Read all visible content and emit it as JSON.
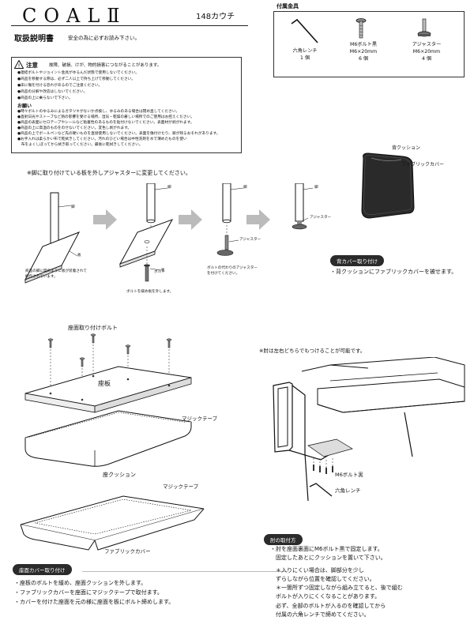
{
  "header": {
    "title": "COALⅡ",
    "model": "148カウチ",
    "manual_title": "取扱説明書",
    "manual_sub": "安全の為に必ずお読み下さい。"
  },
  "warning": {
    "heading": "注意",
    "lead": "故障、破損、けが、物的損害につながることがあります。",
    "lines": [
      "●連結ボルトやジョイント金具がゆるんだ状態で使用しないでください。",
      "●商品を移動する際は、必ず二人以上で持ち上げて移動してください。",
      "●床に傷を付ける恐れがあるのでご注意ください。",
      "●商品の分解や改造はしないでください。",
      "●商品の上に乗らないで下さい。"
    ],
    "subheading": "お願い",
    "lines2": [
      "●時々ボルトのゆるみによるガタツキがないか点検し、ゆるみのある場合は閉め直してください。",
      "●直射日光やストーブなど熱の影響を受ける場所、湿気・乾燥の著しい場所でのご使用はお控えください。",
      "●商品の表面にセロテープやシールなど粘着性のあるものを貼付けないでください。表面材が剥がれます。",
      "●商品の上に高温のものをのせないでください。変色し剥がれます。",
      "●商品の上でボールペンなど先の硬いものを直接使用しないでください。表面を傷付けたり、跡が残るおそれがあります。",
      "●お手入れは柔らかい布で乾拭きしてください。汚れのひどい場合は中性洗剤を水で薄めたものを使い",
      "　布をよくしぼってから拭き取ってください。最後に乾拭きしてください。"
    ]
  },
  "parts": {
    "title": "付属金具",
    "items": [
      {
        "name": "六角レンチ",
        "spec": "",
        "qty": "1 個",
        "icon": "hex-wrench-icon"
      },
      {
        "name": "M6ボルト黒",
        "spec": "M6×20mm",
        "qty": "6 個",
        "icon": "bolt-icon"
      },
      {
        "name": "アジャスター",
        "spec": "M6×20mm",
        "qty": "4 個",
        "icon": "adjuster-icon"
      }
    ]
  },
  "legs": {
    "caption": "※脚に取り付けている板を外しアジャスターに変更してください。",
    "label_leg": "脚",
    "label_board": "板",
    "label_bolt": "ボルト",
    "label_adjuster": "アジャスター",
    "note1a": "商品の脚に図のように板が装着されて",
    "note1b": "梱包されています。",
    "note2": "ボルトを緩め板を外します。",
    "note3a": "ボルトの代わりのアジャスター",
    "note3b": "を付けてください。"
  },
  "back": {
    "label_cushion": "背クッション",
    "label_cover": "ファブリックカバー",
    "tag": "背カバー取り付け",
    "text": "・背クッションにファブリックカバーを被せます。"
  },
  "seat": {
    "label_bolt": "座面取り付けボルト",
    "label_board": "座板",
    "label_velcro": "マジックテープ",
    "label_cushion": "座クッション",
    "label_velcro2": "マジックテープ",
    "label_cover": "ファブリックカバー",
    "tag": "座面カバー取り付け",
    "lines": [
      "・座板のボルトを緩め、座面クッションを外します。",
      "・ファブリックカバーを座面にマジックテープで取付ます。",
      "・カバーを付けた座面を元の様に座面を板にボルト締めします。"
    ]
  },
  "arm": {
    "caption": "※肘は左右どちらでもつけることが可能です。",
    "label_bolt": "M6ボルト黒",
    "label_wrench": "六角レンチ",
    "tag": "肘の取付方",
    "lines": [
      "・肘を座面裏面にM6ボルト黒で固定します。",
      "　固定したあとにクッションを置いて下さい。",
      "",
      "　＊入りにくい場合は、脚部分を少し",
      "　ずらしながら位置を確認してください。",
      "　＊一箇所ずつ固定しながら組み立てると、後で組む",
      "　ボルトが入りにくくなることがあります。",
      "　必ず、全部のボルトが入るのを確認してから",
      "　付属の六角レンチで締めてください。"
    ]
  }
}
